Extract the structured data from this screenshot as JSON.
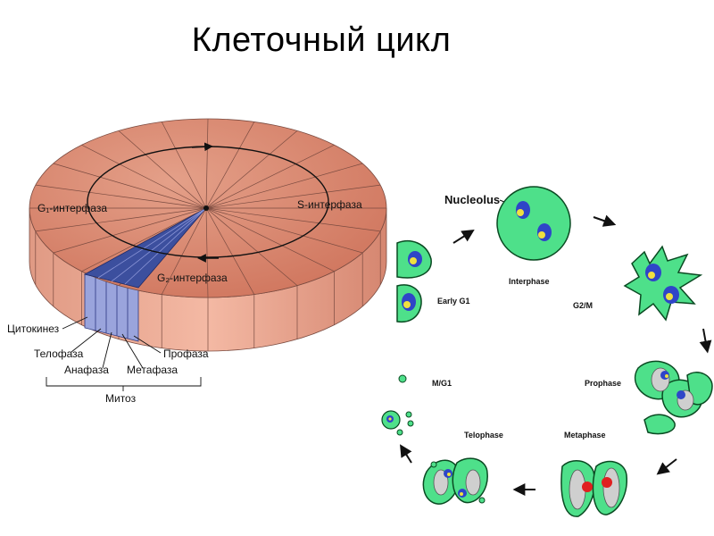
{
  "title": "Клеточный цикл",
  "wheel": {
    "labels": {
      "g1": "G₁-интерфаза",
      "s": "S-интерфаза",
      "g2": "G₂-интерфаза",
      "cytokinesis": "Цитокинез",
      "telophase": "Телофаза",
      "anaphase": "Анафаза",
      "metaphase": "Метафаза",
      "prophase": "Профаза",
      "mitosis": "Митоз"
    }
  },
  "cycle": {
    "nucleolus": "Nucleolus",
    "interphase": "Interphase",
    "early_g1": "Early G1",
    "g2m": "G2/M",
    "prophase": "Prophase",
    "mg1": "M/G1",
    "telophase": "Telophase",
    "metaphase": "Metaphase"
  },
  "colors": {
    "wheel_top": "#d98670",
    "wheel_side": "#e9a58f",
    "mitosis_blue": "#3c4f9e",
    "mitosis_side": "#9aa4dc",
    "cell_green": "#4ee08a",
    "nucleus_blue": "#2f45c8",
    "nucleolus_yellow": "#f0e040",
    "chromosome_red": "#e02020",
    "grey_chromatid": "#cfcfcf"
  }
}
